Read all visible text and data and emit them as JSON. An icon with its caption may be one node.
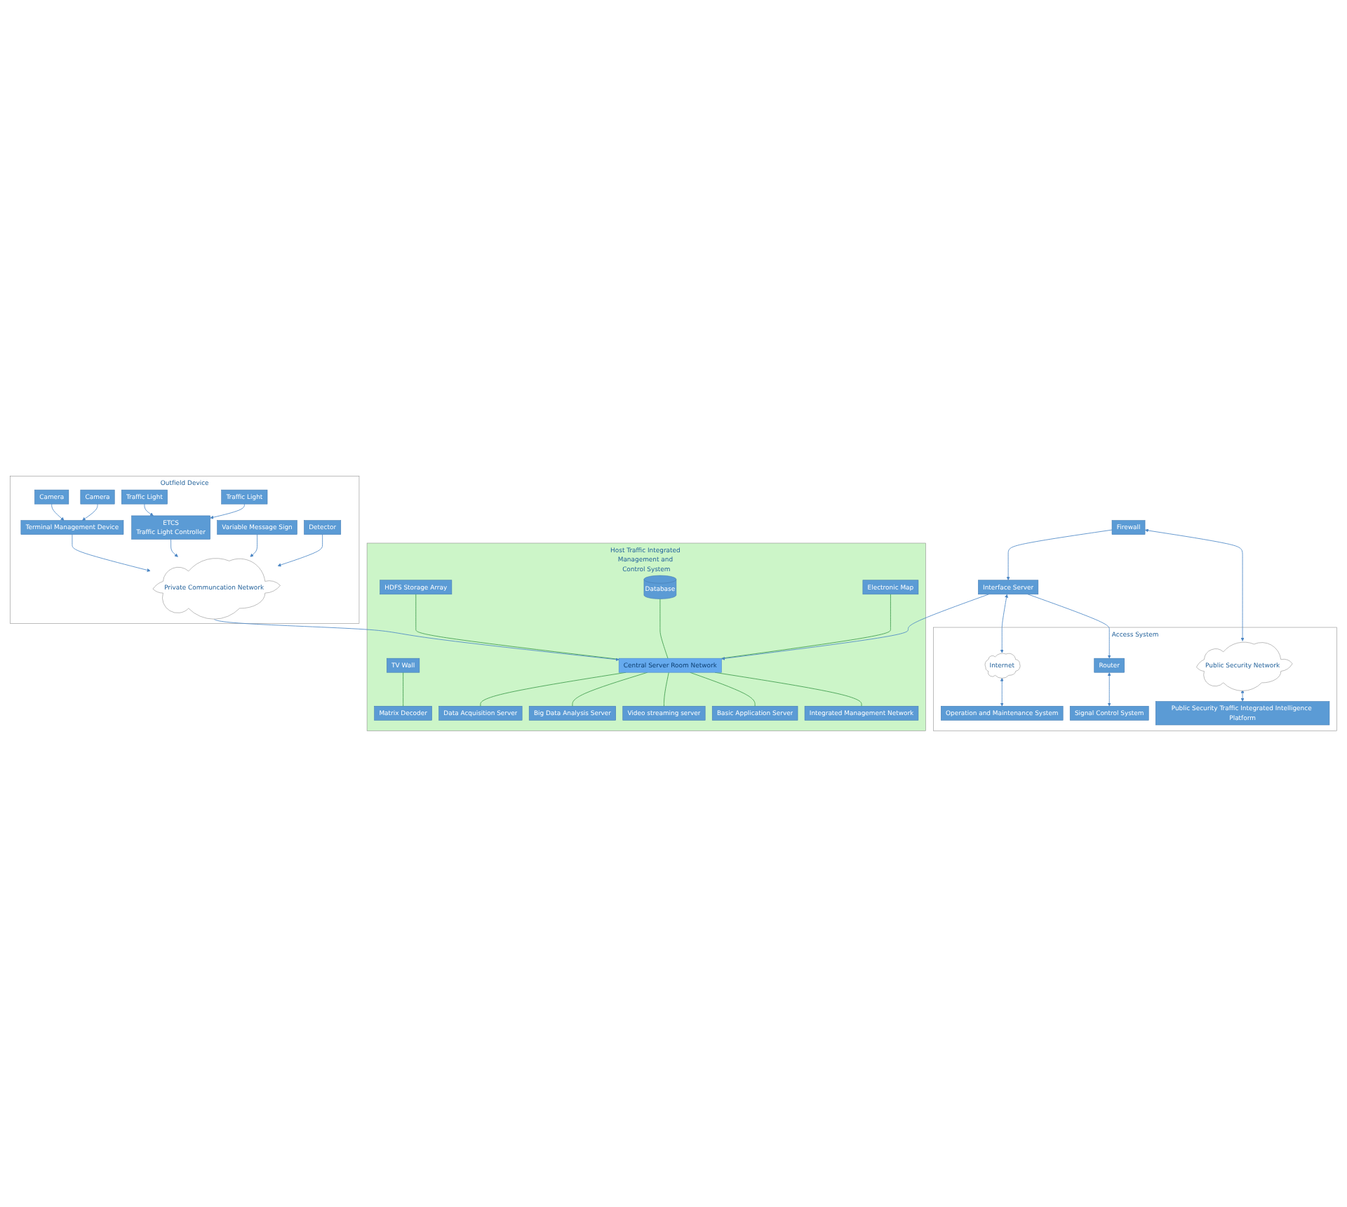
{
  "diagram": {
    "nodes": [
      {
        "text": [
          "Host Traffic Integrated Management and Control System"
        ]
      },
      {
        "text": [
          "HDFS Storage Array"
        ],
        "in": 0
      },
      {
        "text": [
          "Database"
        ],
        "in": 0
      },
      {
        "text": [
          "Electronic Map"
        ],
        "in": 0
      },
      {
        "text": [
          "TV Wall"
        ],
        "in": 0
      },
      {
        "text": [
          "Matrix Decoder"
        ],
        "in": 0
      },
      {
        "text": [
          "Central Server Room Network"
        ],
        "in": 0
      },
      {
        "text": [
          "Data Acquisition Server"
        ],
        "in": 0
      },
      {
        "text": [
          "Big Data Analysis Server"
        ],
        "in": 0
      },
      {
        "text": [
          "Video streaming server"
        ],
        "in": 0
      },
      {
        "text": [
          "Basic Application Server"
        ],
        "in": 0
      },
      {
        "text": [
          "Integrated Management Network"
        ],
        "in": 0
      },
      {
        "text": [
          "Interface Server"
        ]
      },
      {
        "text": [
          "Firewall"
        ]
      },
      {
        "text": [
          "Access System"
        ]
      },
      {
        "text": [
          "Internet"
        ],
        "in": 14
      },
      {
        "text": [
          "Operation and Maintenance System"
        ],
        "in": 14
      },
      {
        "text": [
          "Router"
        ],
        "in": 14
      },
      {
        "text": [
          "Signal Control System"
        ],
        "in": 14
      },
      {
        "text": [
          "Public Security Network"
        ],
        "in": 14
      },
      {
        "text": [
          "Public Security Traffic Integrated Intelligence Platform"
        ],
        "in": 14
      },
      {
        "text": [
          "Outfield Device"
        ]
      },
      {
        "text": [
          "Private Communcation Network"
        ],
        "in": 21
      },
      {
        "text": [
          "Terminal Management Device"
        ],
        "in": 21
      },
      {
        "text": [
          "ETCS",
          "Traffic Light Controller"
        ],
        "in": 21
      },
      {
        "text": [
          "Camera"
        ],
        "in": 21
      },
      {
        "text": [
          "Camera"
        ],
        "in": 21
      },
      {
        "text": [
          "Traffic Light"
        ],
        "in": 21
      },
      {
        "text": [
          "Traffic Light"
        ],
        "in": 21
      },
      {
        "text": [
          "Variable Message Sign"
        ],
        "in": 21
      },
      {
        "text": [
          "Detector"
        ],
        "in": 21
      }
    ],
    "edges": [
      {
        "from": 1,
        "to": 6,
        "arrow": "none",
        "color": "#3c9a4a"
      },
      {
        "from": 2,
        "to": 6,
        "arrow": "none",
        "color": "#3c9a4a"
      },
      {
        "from": 3,
        "to": 6,
        "arrow": "none",
        "color": "#3c9a4a"
      },
      {
        "from": 4,
        "to": 5,
        "arrow": "none",
        "color": "#3c9a4a"
      },
      {
        "from": 6,
        "to": 7,
        "arrow": "none",
        "color": "#3c9a4a"
      },
      {
        "from": 6,
        "to": 8,
        "arrow": "none",
        "color": "#3c9a4a"
      },
      {
        "from": 6,
        "to": 9,
        "arrow": "none",
        "color": "#3c9a4a"
      },
      {
        "from": 6,
        "to": 10,
        "arrow": "none",
        "color": "#3c9a4a"
      },
      {
        "from": 6,
        "to": 11,
        "arrow": "none",
        "color": "#3c9a4a"
      },
      {
        "from": 12,
        "to": 6,
        "arrow": "to"
      },
      {
        "from": 12,
        "to": 15,
        "arrow": "both"
      },
      {
        "from": 15,
        "to": 16,
        "arrow": "both"
      },
      {
        "from": 12,
        "to": 17,
        "arrow": "to"
      },
      {
        "from": 17,
        "to": 18,
        "arrow": "both"
      },
      {
        "from": 13,
        "to": 12,
        "arrow": "to"
      },
      {
        "from": 13,
        "to": 19,
        "arrow": "both"
      },
      {
        "from": 19,
        "to": 20,
        "arrow": "both"
      },
      {
        "from": 22,
        "to": 6,
        "arrow": "to"
      },
      {
        "from": 23,
        "to": 22,
        "arrow": "to"
      },
      {
        "from": 24,
        "to": 22,
        "arrow": "to"
      },
      {
        "from": 25,
        "to": 23,
        "arrow": "to"
      },
      {
        "from": 26,
        "to": 23,
        "arrow": "to"
      },
      {
        "from": 27,
        "to": 24,
        "arrow": "to"
      },
      {
        "from": 28,
        "to": 24,
        "arrow": "to"
      },
      {
        "from": 29,
        "to": 22,
        "arrow": "to"
      },
      {
        "from": 30,
        "to": 22,
        "arrow": "to"
      }
    ]
  }
}
